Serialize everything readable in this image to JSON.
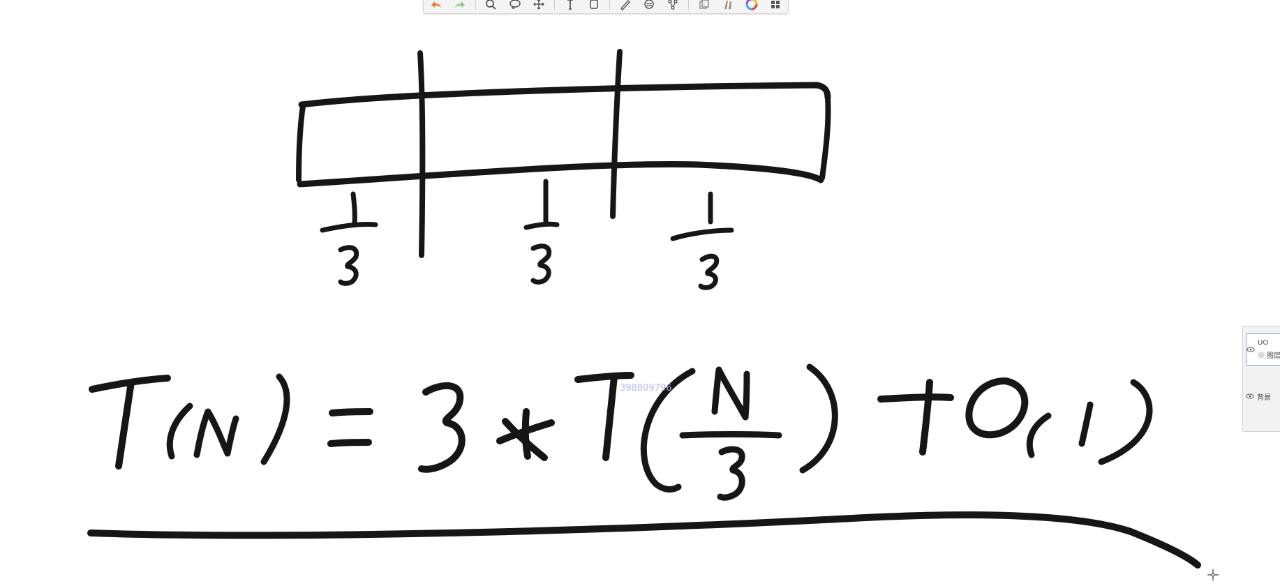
{
  "toolbar": {
    "tools": [
      {
        "name": "undo-icon"
      },
      {
        "name": "redo-icon"
      },
      {
        "name": "zoom-icon"
      },
      {
        "name": "lasso-icon"
      },
      {
        "name": "move-icon"
      },
      {
        "name": "text-icon"
      },
      {
        "name": "eraser-icon"
      },
      {
        "name": "pen-icon"
      },
      {
        "name": "shape-icon"
      },
      {
        "name": "node-icon"
      },
      {
        "name": "layers-icon"
      },
      {
        "name": "ink-icon"
      },
      {
        "name": "color-wheel-icon"
      },
      {
        "name": "grid-icon"
      }
    ],
    "accent_colors": {
      "undo": "#e9782f",
      "redo": "#8ec98a"
    }
  },
  "layers_panel": {
    "layers": [
      {
        "label": "图层",
        "sublabel": "UO",
        "active": true
      },
      {
        "label": "背景",
        "active": false
      }
    ]
  },
  "watermark": "398809796",
  "ink_color": "#161616"
}
